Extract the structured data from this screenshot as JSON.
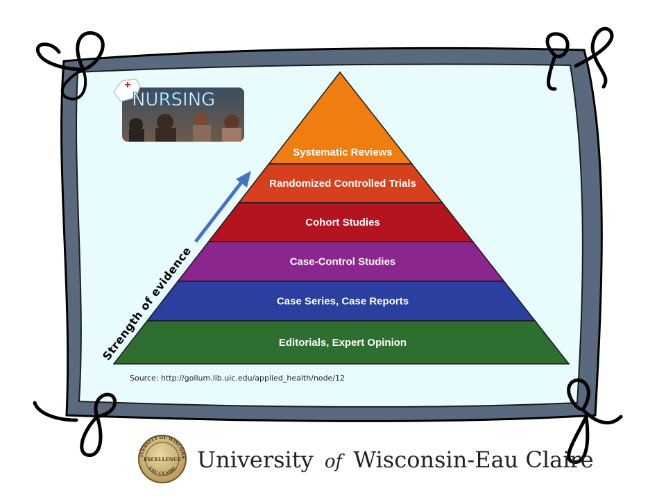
{
  "colors": {
    "frame_fill": "#5a6a7e",
    "frame_inner": "#e9fcfd",
    "arrow": "#4472c4"
  },
  "pyramid": {
    "levels": [
      {
        "label": "Systematic Reviews",
        "color": "#f07d10",
        "label_color": "#ffffff"
      },
      {
        "label": "Randomized Controlled Trials",
        "color": "#d6401d",
        "label_color": "#ffffff"
      },
      {
        "label": "Cohort Studies",
        "color": "#b3141f",
        "label_color": "#ffffff"
      },
      {
        "label": "Case-Control Studies",
        "color": "#8c268f",
        "label_color": "#ffffff"
      },
      {
        "label": "Case Series, Case Reports",
        "color": "#2a3f9f",
        "label_color": "#ffffff"
      },
      {
        "label": "Editorials, Expert Opinion",
        "color": "#2e6e30",
        "label_color": "#ffffff"
      }
    ]
  },
  "axis": {
    "label": "Strength of evidence"
  },
  "source": {
    "text": "Source: http://gollum.lib.uic.edu/applied_health/node/12"
  },
  "badge": {
    "title": "NURSING",
    "icon": "nurse-cap-icon"
  },
  "footer": {
    "uni_part1": "University",
    "uni_of": "of",
    "uni_part2": "Wisconsin-Eau Claire",
    "seal_top": "UNIVERSITY OF WISCONSIN",
    "seal_middle": "EXCELLENCE",
    "seal_bottom": "EAU CLAIRE"
  }
}
